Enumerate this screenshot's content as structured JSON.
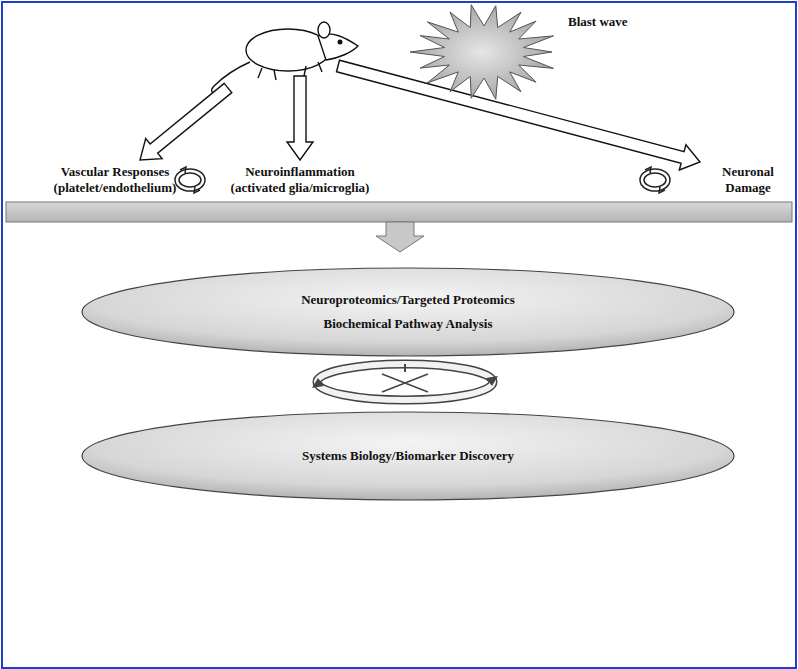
{
  "diagram": {
    "nodes": [
      {
        "text": [
          "Blast wave"
        ]
      },
      {
        "text": [
          "Neuroproteomics/Targeted Proteomics",
          "Biochemical Pathway Analysis"
        ]
      },
      {
        "text": [
          "Systems Biology/Biomarker Discovery"
        ]
      }
    ],
    "labels": [
      "Vascular Responses",
      "(platelet/endothelium)",
      "Neuroinflammation",
      "(activated glia/microglia)",
      "Neuronal",
      "Damage"
    ]
  }
}
